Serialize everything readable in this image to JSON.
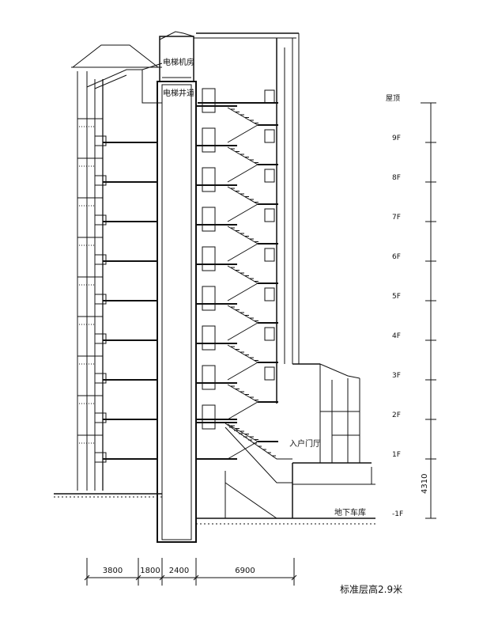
{
  "drawing": {
    "labels": {
      "machine_room": "电梯机房",
      "shaft": "电梯井道",
      "entrance_hall": "入户门厅",
      "garage": "地下车库",
      "note": "标准层高2.9米"
    },
    "levels": [
      {
        "label": "屋顶"
      },
      {
        "label": "9F"
      },
      {
        "label": "8F"
      },
      {
        "label": "7F"
      },
      {
        "label": "6F"
      },
      {
        "label": "5F"
      },
      {
        "label": "4F"
      },
      {
        "label": "3F"
      },
      {
        "label": "2F"
      },
      {
        "label": "1F"
      },
      {
        "label": "-1F"
      }
    ],
    "total_height": "4310",
    "dimensions": [
      "3800",
      "1800",
      "2400",
      "6900"
    ]
  },
  "colors": {
    "line": "#111111",
    "background": "#ffffff"
  }
}
